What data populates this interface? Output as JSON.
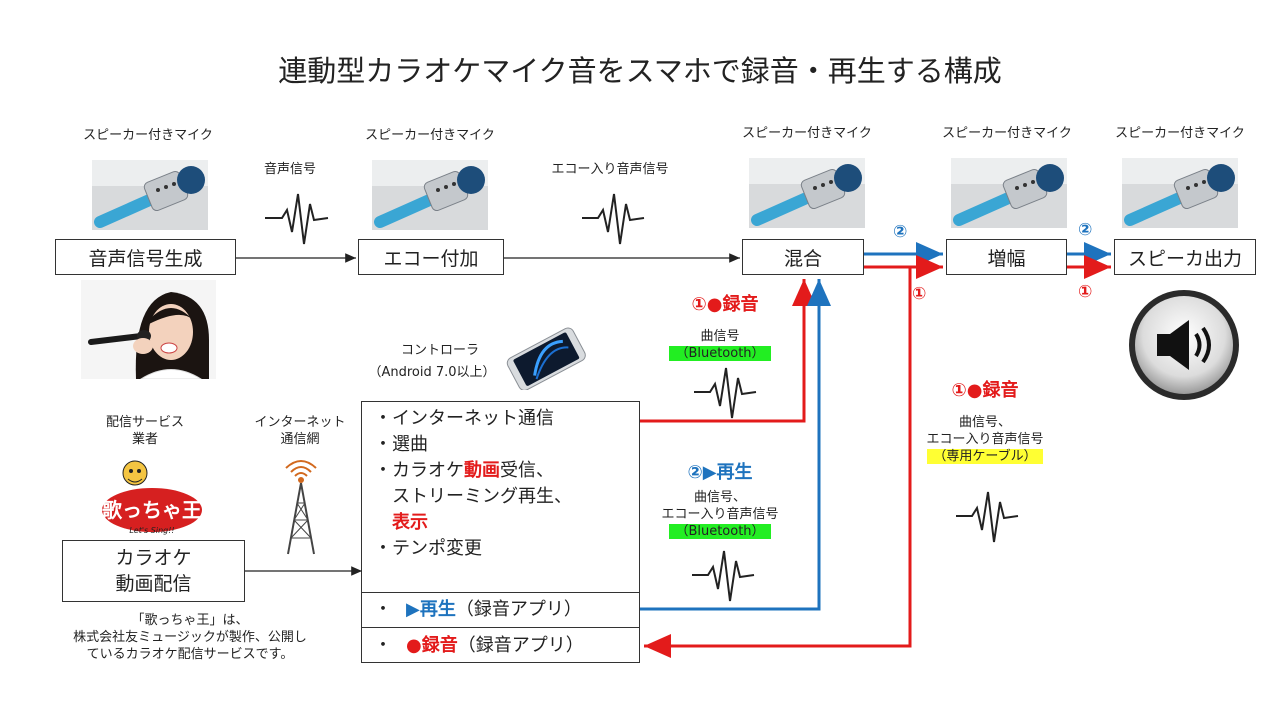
{
  "title": "連動型カラオケマイク音をスマホで録音・再生する構成",
  "mic_label": "スピーカー付きマイク",
  "nodes": {
    "gen": "音声信号生成",
    "echo": "エコー付加",
    "mix": "混合",
    "amp": "増幅",
    "out": "スピーカ出力",
    "karaoke_line1": "カラオケ",
    "karaoke_line2": "動画配信"
  },
  "signals": {
    "voice": "音声信号",
    "echo_voice": "エコー入り音声信号"
  },
  "markers": {
    "one": "①",
    "two": "②",
    "record_label": "①●録音",
    "play_label": "②▶再生"
  },
  "bt_song": {
    "line1": "曲信号",
    "line2": "（Bluetooth）"
  },
  "bt_both": {
    "line1": "曲信号、",
    "line2": "エコー入り音声信号",
    "line3": "（Bluetooth）"
  },
  "cable": {
    "line1": "曲信号、",
    "line2": "エコー入り音声信号",
    "line3": "（専用ケーブル）"
  },
  "controller": {
    "label1": "コントローラ",
    "label2": "（Android 7.0以上）",
    "items": {
      "internet": "・インターネット通信",
      "song_select": "・選曲",
      "k_prefix": "・カラオケ",
      "k_red": "動画",
      "k_suffix": "受信、",
      "stream": "ストリーミング再生、",
      "display": "表示",
      "tempo": "・テンポ変更",
      "play_bullet": "・",
      "play_colored": "▶再生",
      "play_app": "（録音アプリ）",
      "rec_bullet": "・",
      "rec_colored": "●録音",
      "rec_app": "（録音アプリ）"
    }
  },
  "service": {
    "label1": "配信サービス",
    "label2": "業者",
    "logo_text": "歌っちゃ王",
    "logo_sub": "Let's Sing!!"
  },
  "network": {
    "label1": "インターネット",
    "label2": "通信網"
  },
  "note": {
    "line1": "「歌っちゃ王」は、",
    "line2": "株式会社友ミュージックが製作、公開し",
    "line3": "ているカラオケ配信サービスです。"
  },
  "colors": {
    "red": "#e31b1b",
    "blue": "#1e73be",
    "green_highlight": "#22ee22",
    "yellow_highlight": "#ffff33"
  }
}
